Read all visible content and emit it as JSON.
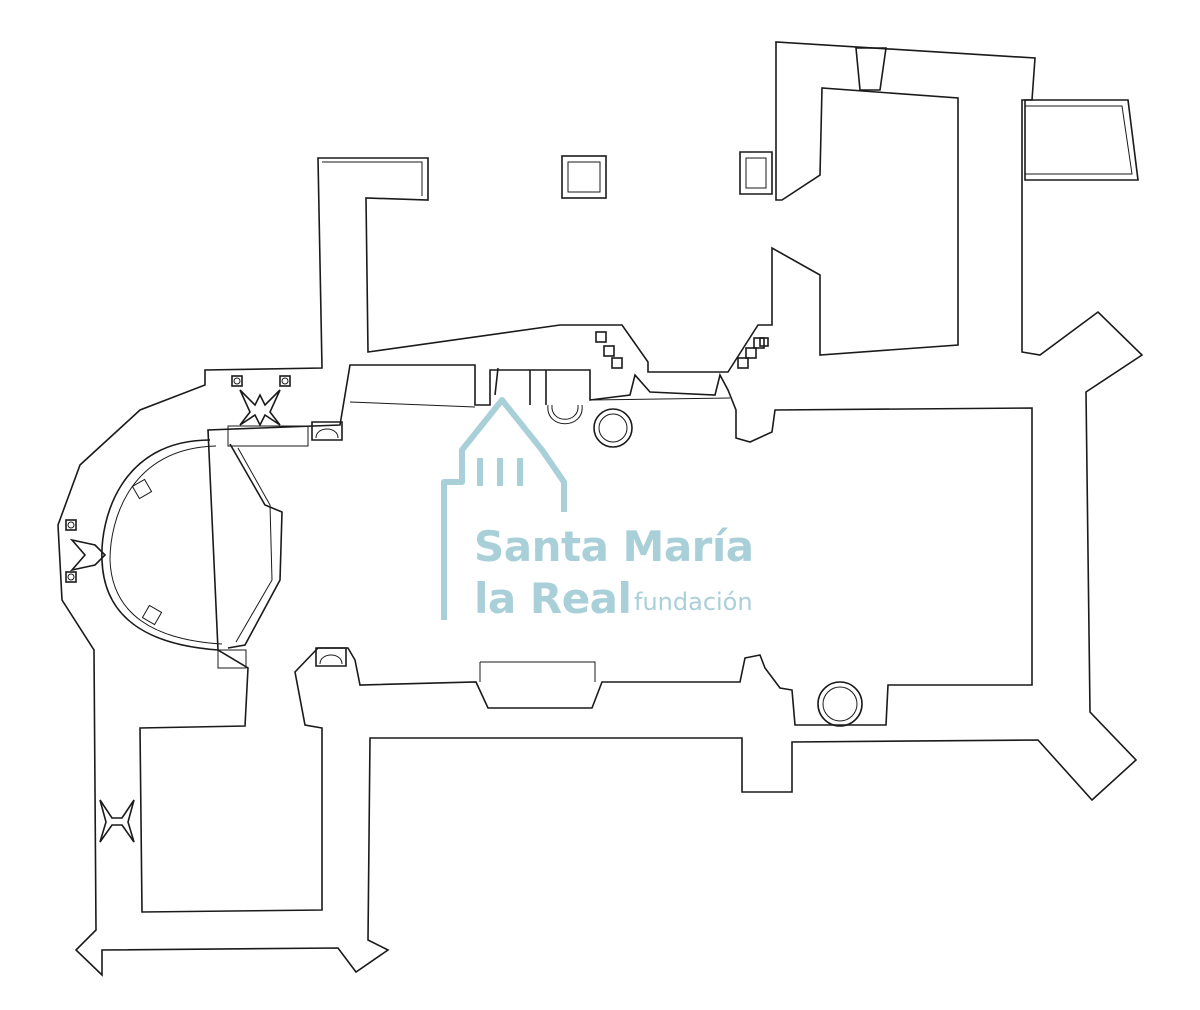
{
  "plan": {
    "line_color": "#1a1a1a",
    "background": "#ffffff"
  },
  "watermark": {
    "line1": "Santa María",
    "line2": "la Real",
    "line3": "fundación",
    "color": "#a9cfd8"
  }
}
